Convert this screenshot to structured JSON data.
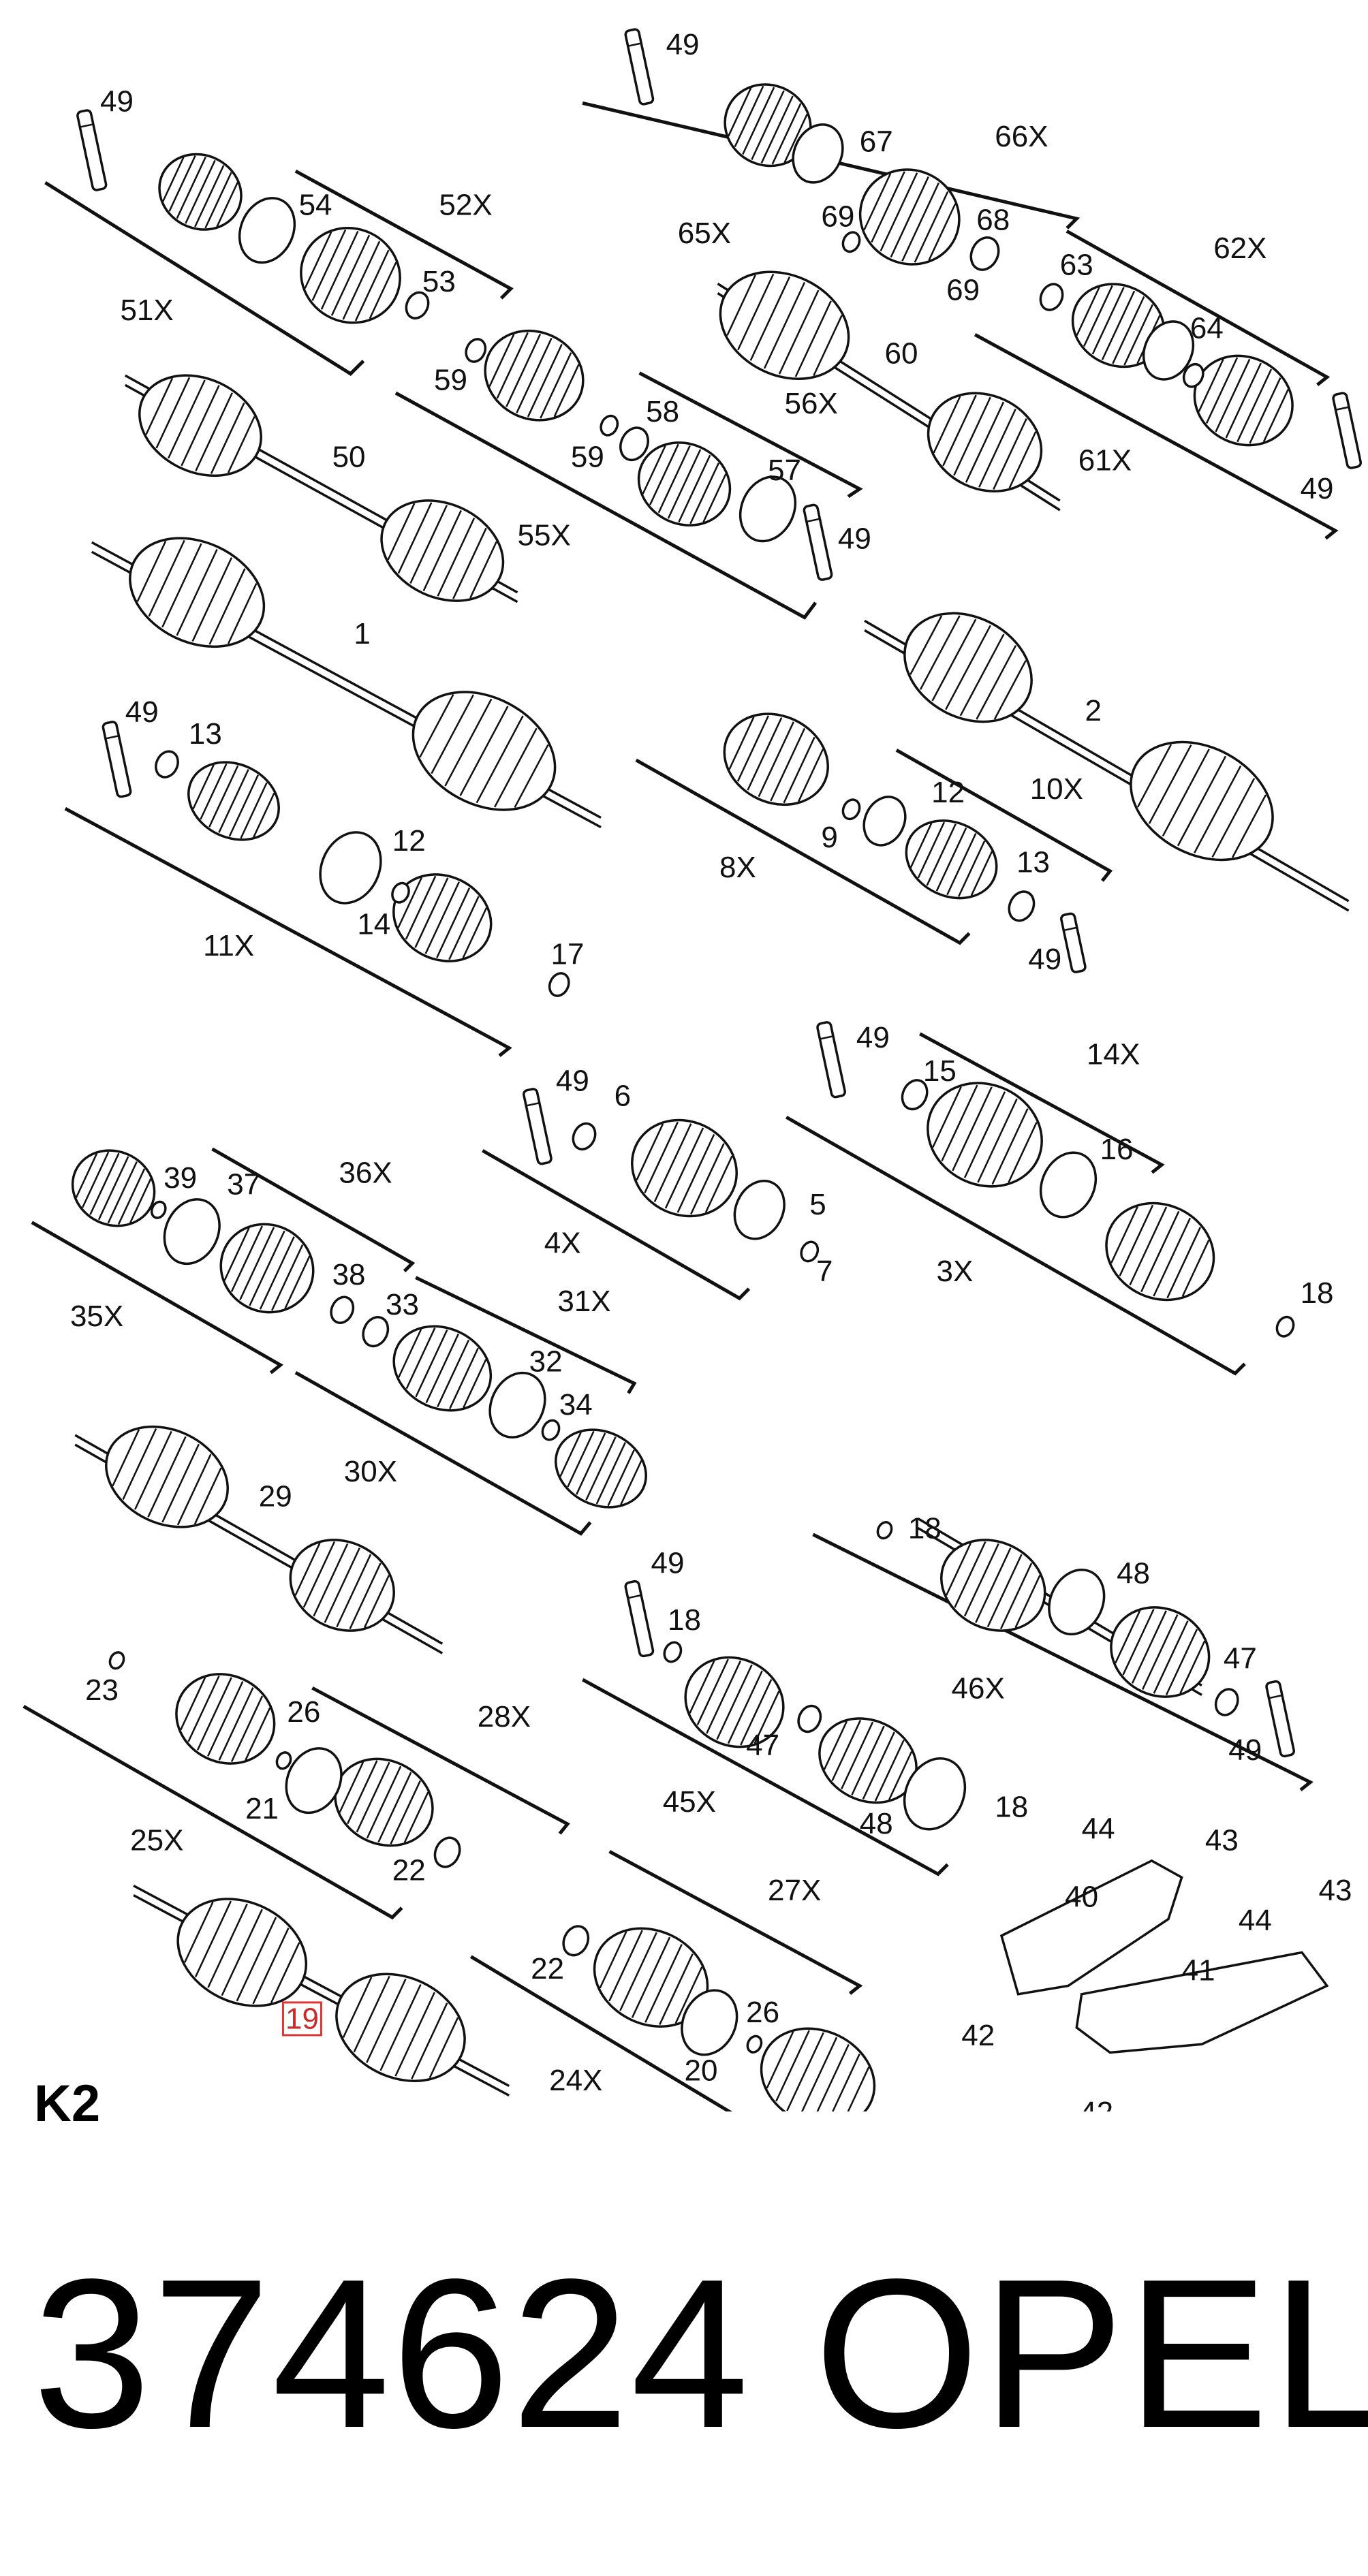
{
  "diagram": {
    "label": "K2",
    "callouts": [
      "1",
      "2",
      "3X",
      "4X",
      "5",
      "6",
      "7",
      "8X",
      "9",
      "10X",
      "11X",
      "12",
      "13",
      "14",
      "14X",
      "15",
      "16",
      "17",
      "18",
      "19",
      "20",
      "21",
      "22",
      "23",
      "24X",
      "25X",
      "26",
      "27X",
      "28X",
      "29",
      "30X",
      "31X",
      "32",
      "33",
      "34",
      "35X",
      "36X",
      "37",
      "38",
      "39",
      "40",
      "41",
      "42",
      "43",
      "44",
      "45X",
      "46X",
      "47",
      "48",
      "49",
      "50",
      "51X",
      "52X",
      "53",
      "54",
      "55X",
      "56X",
      "57",
      "58",
      "59",
      "60",
      "61X",
      "62X",
      "63",
      "64",
      "65X",
      "66X",
      "67",
      "68",
      "69"
    ],
    "highlighted_callout": "19"
  },
  "footer": {
    "part_number": "374624",
    "brand": "OPEL"
  },
  "colors": {
    "line": "#111111",
    "highlight": "#d93636",
    "background": "#ffffff"
  }
}
